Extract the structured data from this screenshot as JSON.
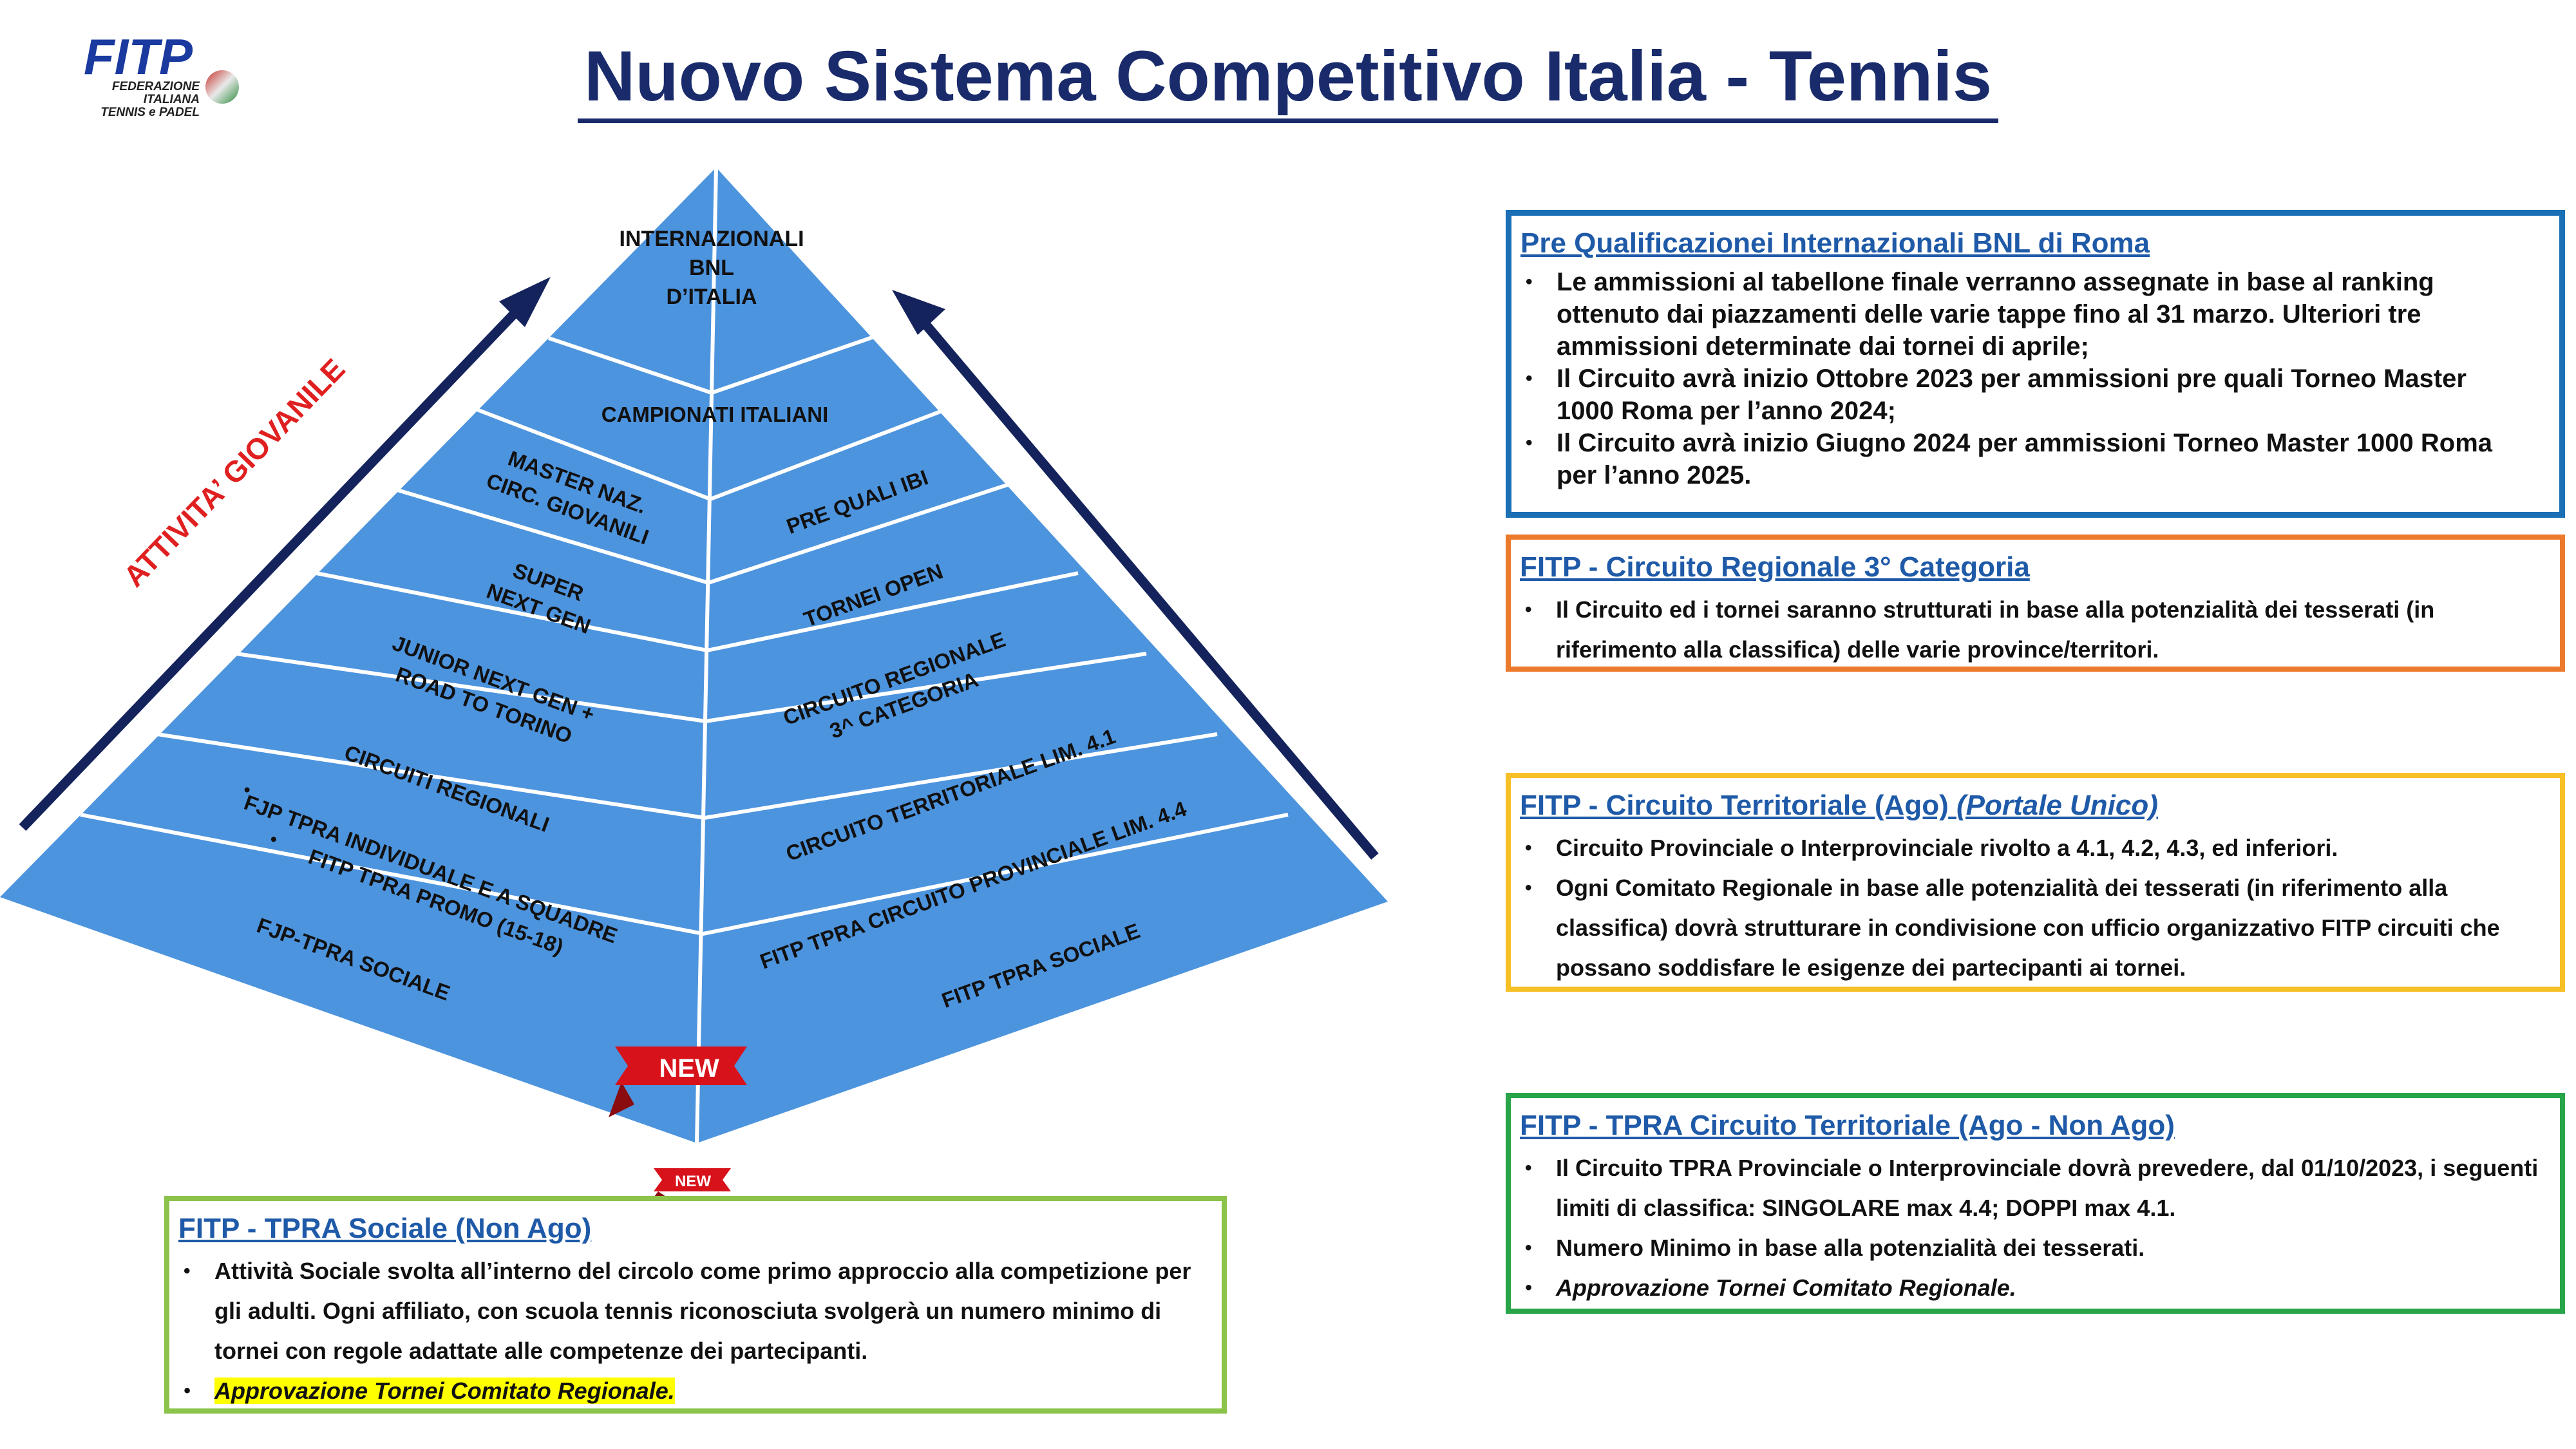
{
  "header": {
    "title": "Nuovo Sistema Competitivo Italia - Tennis",
    "logo": {
      "brand": "FITP",
      "line1": "FEDERAZIONE",
      "line2": "ITALIANA",
      "line3": "TENNIS e PADEL"
    }
  },
  "pyramid": {
    "apex": [
      "INTERNAZIONALI",
      "BNL",
      "D’ITALIA"
    ],
    "campionati": "CAMPIONATI ITALIANI",
    "left": {
      "master": [
        "MASTER NAZ.",
        "CIRC. GIOVANILI"
      ],
      "super": [
        "SUPER",
        "NEXT GEN"
      ],
      "junior": [
        "JUNIOR NEXT GEN +",
        "ROAD TO TORINO"
      ],
      "circuiti": "CIRCUITI REGIONALI",
      "individuale": "FJP TPRA INDIVIDUALE E A SQUADRE",
      "promo": "FITP TPRA PROMO (15-18)",
      "sociale": "FJP-TPRA SOCIALE"
    },
    "right": {
      "prequali": "PRE QUALI IBI",
      "open": "TORNEI OPEN",
      "regionale": [
        "CIRCUITO REGIONALE",
        "3^ CATEGORIA"
      ],
      "territoriale": "CIRCUITO TERRITORIALE LIM. 4.1",
      "provinciale": "FITP TPRA CIRCUITO PROVINCIALE LIM. 4.4",
      "sociale": "FITP TPRA SOCIALE"
    },
    "attivita": "ATTIVITA’ GIOVANILE",
    "new_label": "NEW"
  },
  "boxes": {
    "ibi": {
      "title": "Pre Qualificazionei Internazionali BNL di Roma",
      "items": [
        [
          "Le ammissioni al tabellone finale verranno assegnate in base al ranking",
          "ottenuto dai piazzamenti delle varie tappe fino al 31 marzo. Ulteriori tre",
          "ammissioni determinate dai tornei di aprile;"
        ],
        [
          "Il Circuito avrà inizio Ottobre 2023 per ammissioni  pre quali Torneo Master",
          "1000 Roma per l’anno 2024;"
        ],
        [
          "Il Circuito avrà inizio Giugno 2024 per ammissioni Torneo Master 1000 Roma",
          "per l’anno 2025."
        ]
      ]
    },
    "regionale": {
      "title": "FITP - Circuito Regionale 3° Categoria",
      "items": [
        [
          "Il Circuito ed i tornei saranno strutturati in base alla potenzialità dei tesserati (in",
          "riferimento alla classifica) delle varie province/territori."
        ]
      ]
    },
    "territoriale": {
      "title_main": "FITP - Circuito Territoriale (Ago)",
      "title_italic": "(Portale Unico)",
      "items": [
        [
          "Circuito Provinciale o Interprovinciale rivolto a 4.1, 4.2, 4.3, ed inferiori."
        ],
        [
          "Ogni Comitato Regionale in base alle potenzialità dei tesserati (in riferimento alla",
          "classifica) dovrà strutturare in condivisione con ufficio organizzativo FITP circuiti che",
          "possano soddisfare le esigenze dei partecipanti ai tornei."
        ]
      ]
    },
    "tpra": {
      "title": "FITP - TPRA Circuito Territoriale (Ago - Non Ago)",
      "items": [
        [
          "Il Circuito TPRA Provinciale o Interprovinciale dovrà prevedere, dal 01/10/2023,  i seguenti",
          "limiti di classifica: SINGOLARE max 4.4; DOPPI max 4.1."
        ],
        [
          "Numero Minimo in base alla potenzialità dei tesserati."
        ]
      ],
      "italic_item": "Approvazione Tornei Comitato Regionale."
    },
    "sociale": {
      "title": "FITP - TPRA Sociale (Non Ago)",
      "items": [
        [
          "Attività Sociale svolta all’interno del circolo come primo approccio alla competizione per",
          "gli adulti. Ogni affiliato, con scuola tennis riconosciuta svolgerà un numero minimo di",
          "tornei con regole adattate alle competenze dei partecipanti."
        ]
      ],
      "italic_item": "Approvazione Tornei Comitato Regionale.",
      "new_label": "NEW"
    }
  },
  "colors": {
    "title": "#1a2b6b",
    "ibi_border": "#1a6fb5",
    "regionale_border": "#ec7a2d",
    "territoriale_border": "#f6c026",
    "tpra_border": "#28a548",
    "sociale_border": "#8cc34a",
    "attivita": "#e02020",
    "new_badge": "#d8121b"
  }
}
